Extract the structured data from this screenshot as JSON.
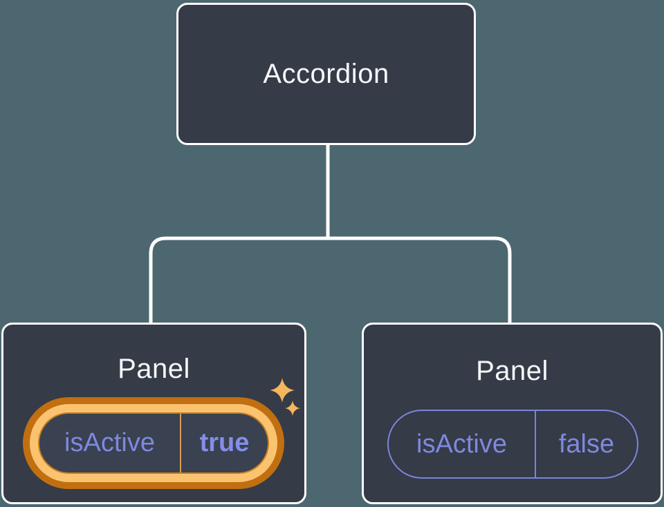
{
  "diagram": {
    "root": {
      "label": "Accordion"
    },
    "panels": [
      {
        "label": "Panel",
        "state_key": "isActive",
        "state_value": "true",
        "highlighted": true
      },
      {
        "label": "Panel",
        "state_key": "isActive",
        "state_value": "false",
        "highlighted": false
      }
    ]
  },
  "icons": {
    "sparkle_large": "sparkle-icon",
    "sparkle_small": "sparkle-icon"
  },
  "colors": {
    "background": "#4C6770",
    "node_fill": "#353B47",
    "node_border": "#FFFFFF",
    "connector": "#FFFFFF",
    "title_text": "#F6F7F9",
    "state_text": "#7E89E0",
    "state_value_active": "#848EE9",
    "pill_border_inactive": "#7B86DC",
    "highlight_ring_outer": "#C16F10",
    "highlight_ring_inner": "#FBC370",
    "highlight_divider": "#DA9C55",
    "pill_core_fill": "#3A4150",
    "sparkle": "#F5B75B"
  }
}
